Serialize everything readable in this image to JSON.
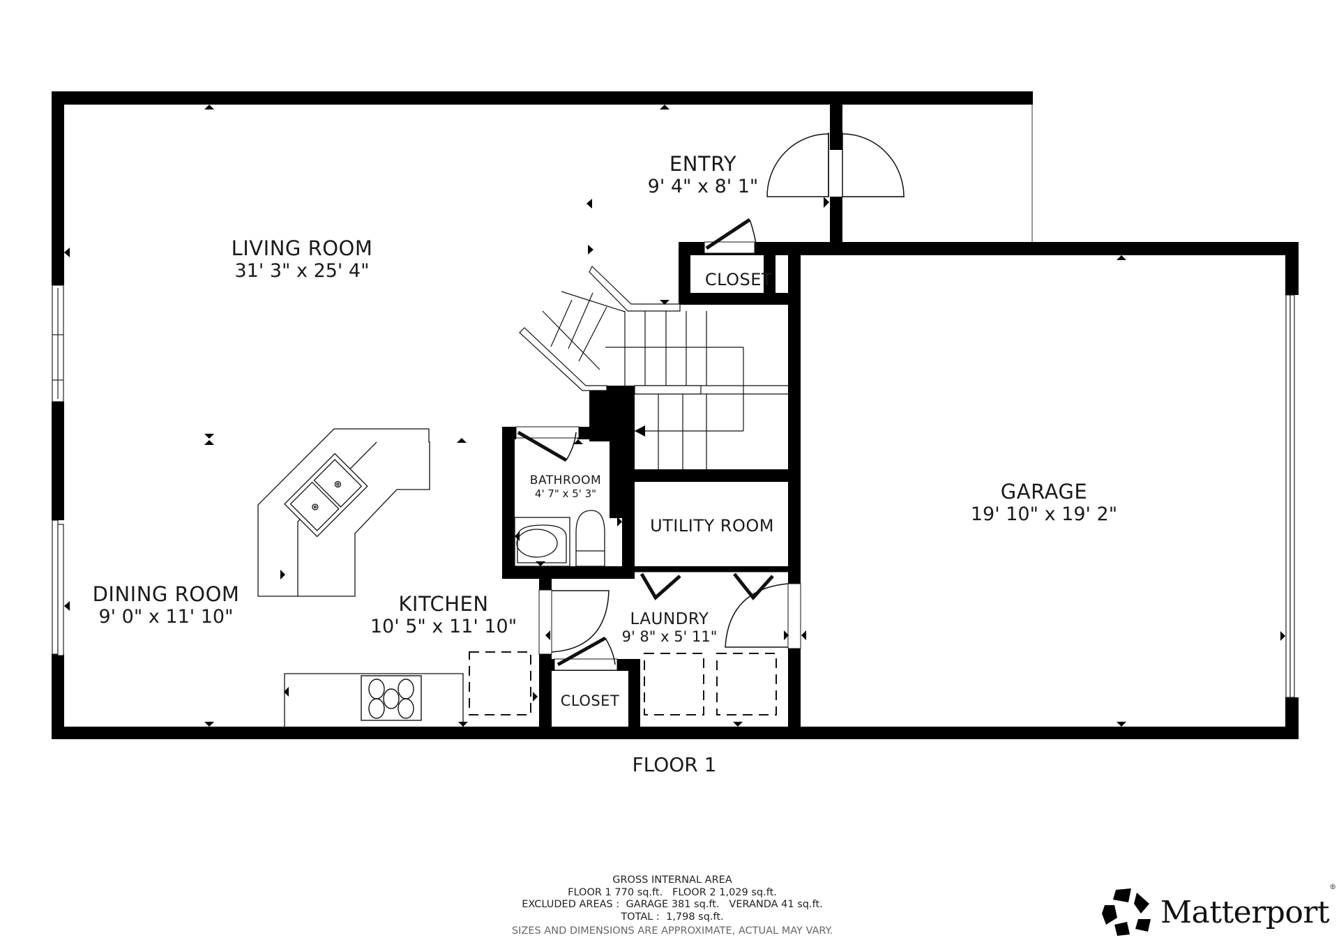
{
  "floor_plan": {
    "floor_label": "FLOOR 1",
    "rooms": [
      {
        "id": "living-room",
        "name": "LIVING ROOM",
        "dimensions": "31' 3\" x 25' 4\""
      },
      {
        "id": "entry",
        "name": "ENTRY",
        "dimensions": "9' 4\" x 8' 1\""
      },
      {
        "id": "closet-entry",
        "name": "CLOSET",
        "dimensions": ""
      },
      {
        "id": "garage",
        "name": "GARAGE",
        "dimensions": "19' 10\" x 19' 2\""
      },
      {
        "id": "bathroom",
        "name": "BATHROOM",
        "dimensions": "4' 7\" x 5' 3\""
      },
      {
        "id": "utility-room",
        "name": "UTILITY ROOM",
        "dimensions": ""
      },
      {
        "id": "dining-room",
        "name": "DINING ROOM",
        "dimensions": "9' 0\" x 11' 10\""
      },
      {
        "id": "kitchen",
        "name": "KITCHEN",
        "dimensions": "10' 5\" x 11' 10\""
      },
      {
        "id": "laundry",
        "name": "LAUNDRY",
        "dimensions": "9' 8\" x 5' 11\""
      },
      {
        "id": "closet-laundry",
        "name": "CLOSET",
        "dimensions": ""
      }
    ],
    "fixtures": [
      "stairs",
      "double-sink",
      "cooktop",
      "bathtub",
      "toilet",
      "washer",
      "dryer",
      "appliance-space"
    ],
    "colors": {
      "wall": "#000000",
      "line": "#1a1a1a",
      "background": "#ffffff"
    }
  },
  "footer": {
    "title": "GROSS INTERNAL AREA",
    "line1": "FLOOR 1 770 sq.ft.   FLOOR 2 1,029 sq.ft.",
    "line2": "EXCLUDED AREAS :  GARAGE 381 sq.ft.   VERANDA 41 sq.ft.",
    "line3": "TOTAL :  1,798 sq.ft.",
    "disclaimer": "SIZES AND DIMENSIONS ARE APPROXIMATE, ACTUAL MAY VARY."
  },
  "brand": {
    "name": "Matterport",
    "registered": "®"
  }
}
